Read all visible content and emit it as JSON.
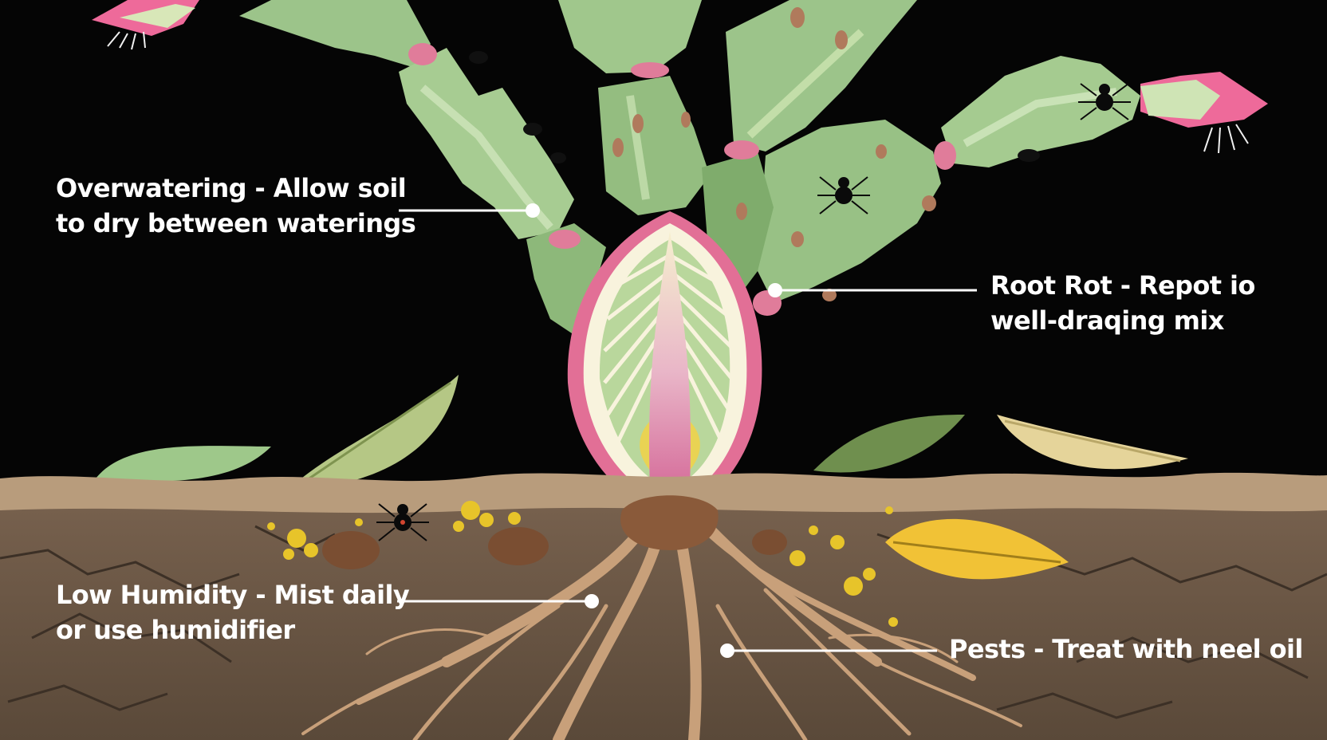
{
  "callouts": [
    {
      "id": "overwatering",
      "line1": "Overwatering - Allow soil",
      "line2": "to dry between waterings"
    },
    {
      "id": "root-rot",
      "line1": "Root Rot - Repot io",
      "line2": "well-draqing mix"
    },
    {
      "id": "low-humidity",
      "line1": "Low Humidity - Mist daily",
      "line2": "or use humidifier"
    },
    {
      "id": "pests",
      "line1": "Pests - Treat with neel oil"
    }
  ],
  "colors": {
    "background": "#050505",
    "leaf_green": "#9cc48a",
    "leaf_dark": "#6f9a5e",
    "stem_joint": "#e07c9a",
    "flower_pink": "#ee6a9a",
    "soil_top": "#b89c7c",
    "soil": "#6d5846",
    "root": "#c8a07a",
    "callout_text": "#ffffff"
  },
  "icons": [
    "spider-icon",
    "flower-bud-icon",
    "fallen-leaf-icon",
    "mold-spot-icon"
  ]
}
